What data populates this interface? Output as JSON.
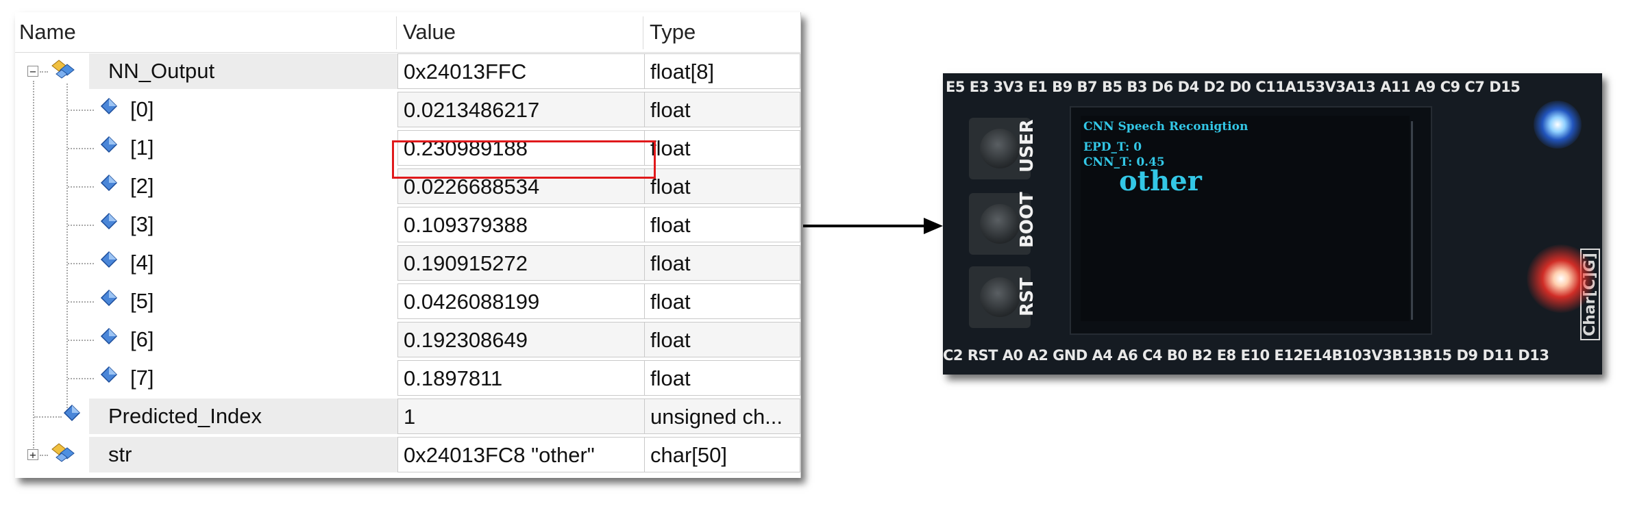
{
  "watch": {
    "headers": {
      "name": "Name",
      "value": "Value",
      "type": "Type"
    },
    "rows": [
      {
        "name": "NN_Output",
        "value": "0x24013FFC",
        "type": "float[8]"
      },
      {
        "name": "[0]",
        "value": "0.0213486217",
        "type": "float"
      },
      {
        "name": "[1]",
        "value": "0.230989188",
        "type": "float"
      },
      {
        "name": "[2]",
        "value": "0.0226688534",
        "type": "float"
      },
      {
        "name": "[3]",
        "value": "0.109379388",
        "type": "float"
      },
      {
        "name": "[4]",
        "value": "0.190915272",
        "type": "float"
      },
      {
        "name": "[5]",
        "value": "0.0426088199",
        "type": "float"
      },
      {
        "name": "[6]",
        "value": "0.192308649",
        "type": "float"
      },
      {
        "name": "[7]",
        "value": "0.1897811",
        "type": "float"
      },
      {
        "name": "Predicted_Index",
        "value": "1",
        "type": "unsigned ch..."
      },
      {
        "name": "str",
        "value": "0x24013FC8 \"other\"",
        "type": "char[50]"
      }
    ],
    "highlight_color": "#e0191b"
  },
  "board": {
    "top_pins": "E5 E3 3V3 E1 B9 B7 B5 B3 D6 D4 D2 D0 C11A153V3A13 A11 A9 C9 C7 D15",
    "bottom_pins": "C2 RST A0 A2 GND A4 A6 C4 B0 B2 E8 E10 E12E14B103V3B13B15 D9 D11 D13",
    "buttons": {
      "user": "USER",
      "boot": "BOOT",
      "rst": "RST"
    },
    "side_label": "Char[C]G]",
    "oled": {
      "title": "CNN Speech Reconigtion",
      "epd_line": "EPD_T:  0",
      "cnn_line": "CNN_T:  0.45",
      "result": "other"
    },
    "led_colors": {
      "blue": "#2f7bff",
      "red": "#ff3030"
    }
  }
}
